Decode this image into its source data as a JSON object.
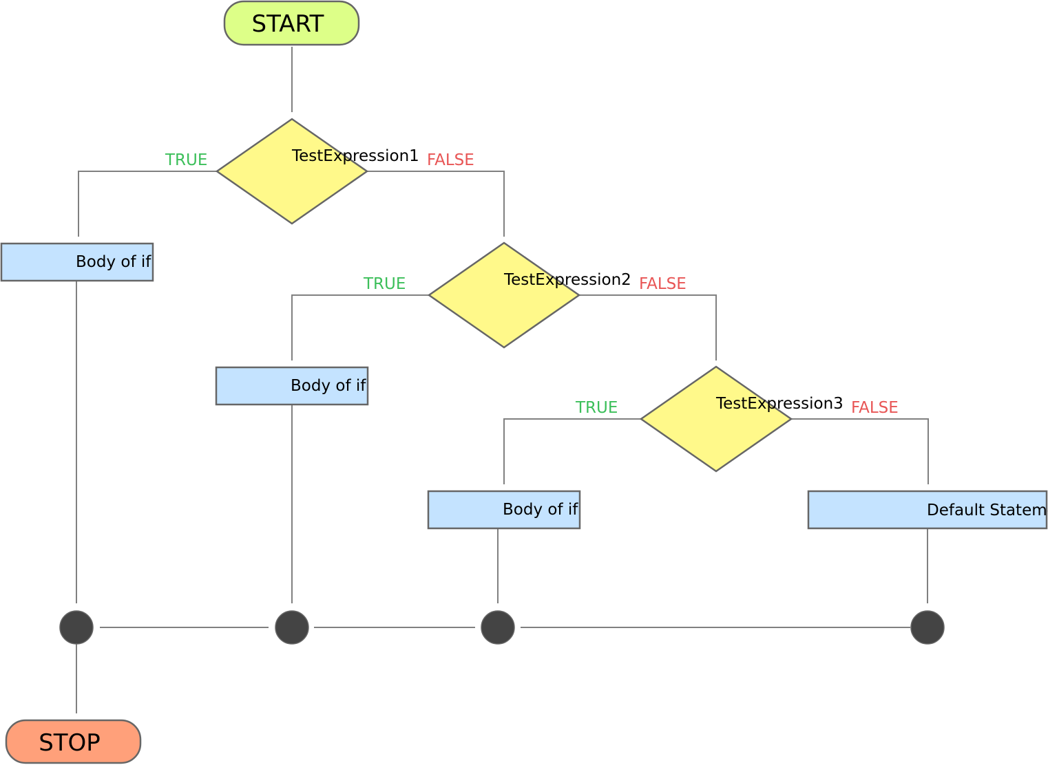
{
  "diagram": {
    "terminals": {
      "start": "START",
      "stop": "STOP"
    },
    "decisions": [
      {
        "text": "TestExpression1",
        "true_label": "TRUE",
        "false_label": "FALSE"
      },
      {
        "text": "TestExpression2",
        "true_label": "TRUE",
        "false_label": "FALSE"
      },
      {
        "text": "TestExpression3",
        "true_label": "TRUE",
        "false_label": "FALSE"
      }
    ],
    "processes": [
      "Body of if",
      "Body of if",
      "Body of if",
      "Default Statement"
    ]
  },
  "colors": {
    "start_fill": "#ddff88",
    "stop_fill": "#ffa07a",
    "decision_fill": "#fff98a",
    "process_fill": "#c4e3ff",
    "connector_fill": "#444444",
    "stroke": "#666666",
    "line": "#808080",
    "true_text": "#3cbf5a",
    "false_text": "#e85555",
    "text": "#000000"
  }
}
